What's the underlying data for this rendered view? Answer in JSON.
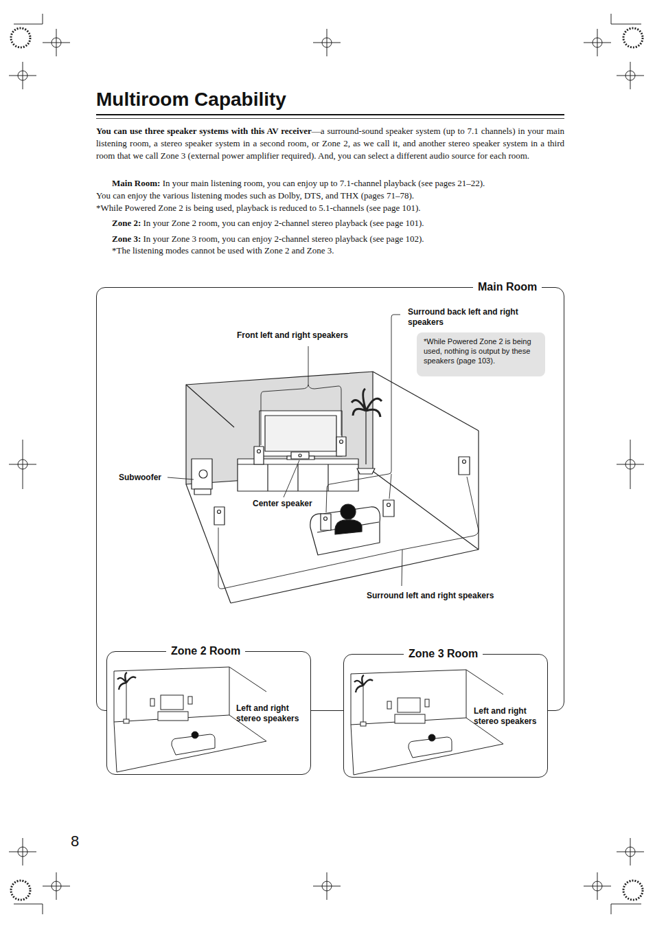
{
  "diagram": {
    "title": "Multiroom Capability",
    "nodes": [
      {
        "text": [
          "Main Room",
          "Front left and right speakers",
          "Surround back left and right speakers",
          "Subwoofer",
          "Center speaker",
          "Surround left and right speakers"
        ]
      },
      {
        "text": [
          "*While Powered Zone 2 is being used, nothing is output by these speakers (page 103)."
        ],
        "in": 0
      },
      {
        "text": [
          "Zone 2 Room",
          "Left and right stereo speakers"
        ]
      },
      {
        "text": [
          "Zone 3 Room",
          "Left and right stereo speakers"
        ]
      }
    ],
    "labels": [
      "You can use three speaker systems with this AV receiver",
      "—a surround-sound speaker system (up to 7.1 channels) in your main listening room, a stereo speaker system in a second room, or Zone 2, as we call it, and another stereo speaker system in a third room that we call Zone 3 (external power amplifier required). And, you can select a different audio source for each room.",
      "Main Room:",
      "In your main listening room, you can enjoy up to 7.1-channel playback (see pages 21–22).",
      "You can enjoy the various listening modes such as Dolby, DTS, and THX (pages 71–78).",
      "*While Powered Zone 2 is being used, playback is reduced to 5.1-channels (see page 101).",
      "Zone 2:",
      "In your Zone 2 room, you can enjoy 2-channel stereo playback (see page 101).",
      "Zone 3:",
      "In your Zone 3 room, you can enjoy 2-channel stereo playback (see page 102).",
      "*The listening modes cannot be used with Zone 2 and Zone 3.",
      "8"
    ]
  }
}
